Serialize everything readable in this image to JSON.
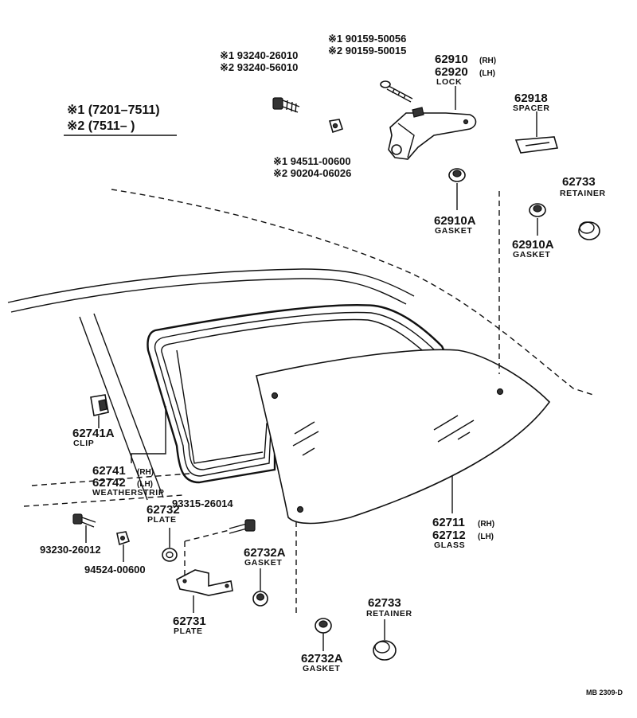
{
  "notes": {
    "line1": "※1 (7201–7511)",
    "line2": "※2 (7511–      )"
  },
  "labels": {
    "bolt_a_1": "※1 93240-26010",
    "bolt_a_2": "※2 93240-56010",
    "screw_b_1": "※1 90159-50056",
    "screw_b_2": "※2 90159-50015",
    "nut_c_1": "※1 94511-00600",
    "nut_c_2": "※2 90204-06026",
    "lock_rh": "62910",
    "lock_rh_suffix": "(RH)",
    "lock_lh": "62920",
    "lock_lh_suffix": "(LH)",
    "lock_caption": "LOCK",
    "spacer_pn": "62918",
    "spacer_caption": "SPACER",
    "retainer_top_pn": "62733",
    "retainer_top_caption": "RETAINER",
    "gasket_top_a_pn": "62910A",
    "gasket_top_a_caption": "GASKET",
    "gasket_top_b_pn": "62910A",
    "gasket_top_b_caption": "GASKET",
    "clip_pn": "62741A",
    "clip_caption": "CLIP",
    "weather_rh": "62741",
    "weather_rh_suffix": "(RH)",
    "weather_lh": "62742",
    "weather_lh_suffix": "(LH)",
    "weather_caption": "WEATHERSTRIP",
    "bolt_d": "93230-26012",
    "nut_e": "94524-00600",
    "plate_top_pn": "62732",
    "plate_top_caption": "PLATE",
    "screw_f": "93315-26014",
    "gasket_mid_pn": "62732A",
    "gasket_mid_caption": "GASKET",
    "plate_bottom_pn": "62731",
    "plate_bottom_caption": "PLATE",
    "glass_rh": "62711",
    "glass_rh_suffix": "(RH)",
    "glass_lh": "62712",
    "glass_lh_suffix": "(LH)",
    "glass_caption": "GLASS",
    "retainer_bottom_pn": "62733",
    "retainer_bottom_caption": "RETAINER",
    "gasket_bottom_pn": "62732A",
    "gasket_bottom_caption": "GASKET",
    "ref_code": "MB 2309-D"
  },
  "colors": {
    "ink": "#111111",
    "paper": "#ffffff"
  }
}
